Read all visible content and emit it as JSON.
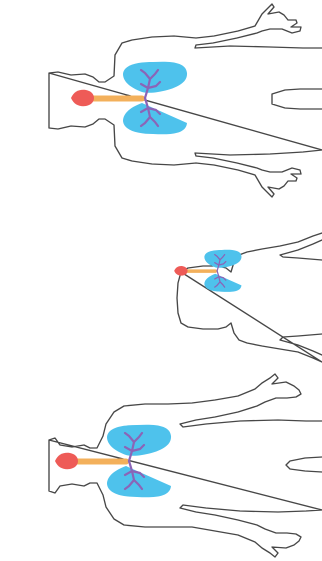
{
  "colors": {
    "background": "#ffffff",
    "outline": "#474747",
    "lung": "#4ec2ec",
    "bronchi": "#8b64b7",
    "trachea": "#f3b05b",
    "larynx": "#ee5b57"
  },
  "figures": [
    {
      "id": "figure-top",
      "icons": [
        "human-body-outline",
        "lungs-icon",
        "trachea-icon",
        "larynx-icon"
      ]
    },
    {
      "id": "figure-middle",
      "icons": [
        "human-body-outline",
        "lungs-icon",
        "trachea-icon",
        "larynx-icon"
      ]
    },
    {
      "id": "figure-bottom",
      "icons": [
        "human-body-outline",
        "lungs-icon",
        "trachea-icon",
        "larynx-icon"
      ]
    }
  ]
}
